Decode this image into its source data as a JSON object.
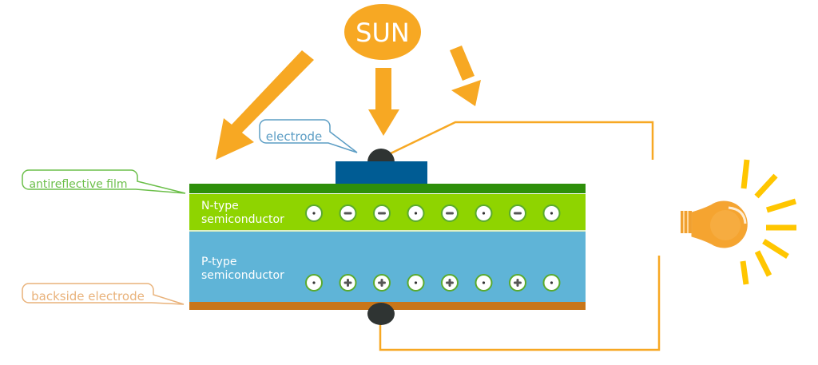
{
  "title": "Solar cell structure",
  "sun": {
    "label": "SUN",
    "color": "#f7a823",
    "text_color": "#ffffff"
  },
  "callouts": {
    "electrode": {
      "label": "electrode",
      "color": "#5b9dc4"
    },
    "antireflective": {
      "label": "antireflective film",
      "color": "#6cbf4a"
    },
    "backside": {
      "label": "backside electrode",
      "color": "#e9b27a"
    }
  },
  "layers": {
    "antireflective_film": {
      "color": "#2e8f0a"
    },
    "n_type": {
      "label_line1": "N-type",
      "label_line2": "semiconductor",
      "color": "#8fd400"
    },
    "p_type": {
      "label_line1": "P-type",
      "label_line2": "semiconductor",
      "color": "#5fb4d7"
    },
    "backside_electrode": {
      "color": "#c8761a"
    },
    "top_electrode": {
      "color": "#005c94"
    },
    "contact": {
      "color": "#2f3433"
    }
  },
  "charges": {
    "n_row": [
      "neutral",
      "negative",
      "negative",
      "neutral",
      "negative",
      "neutral",
      "negative",
      "neutral"
    ],
    "p_row": [
      "neutral",
      "positive",
      "positive",
      "neutral",
      "positive",
      "neutral",
      "positive",
      "neutral"
    ],
    "ring_color": "#5aaa2e"
  },
  "wire": {
    "color": "#f7a823"
  },
  "bulb": {
    "color": "#f5a430",
    "ray_color": "#ffc600"
  }
}
